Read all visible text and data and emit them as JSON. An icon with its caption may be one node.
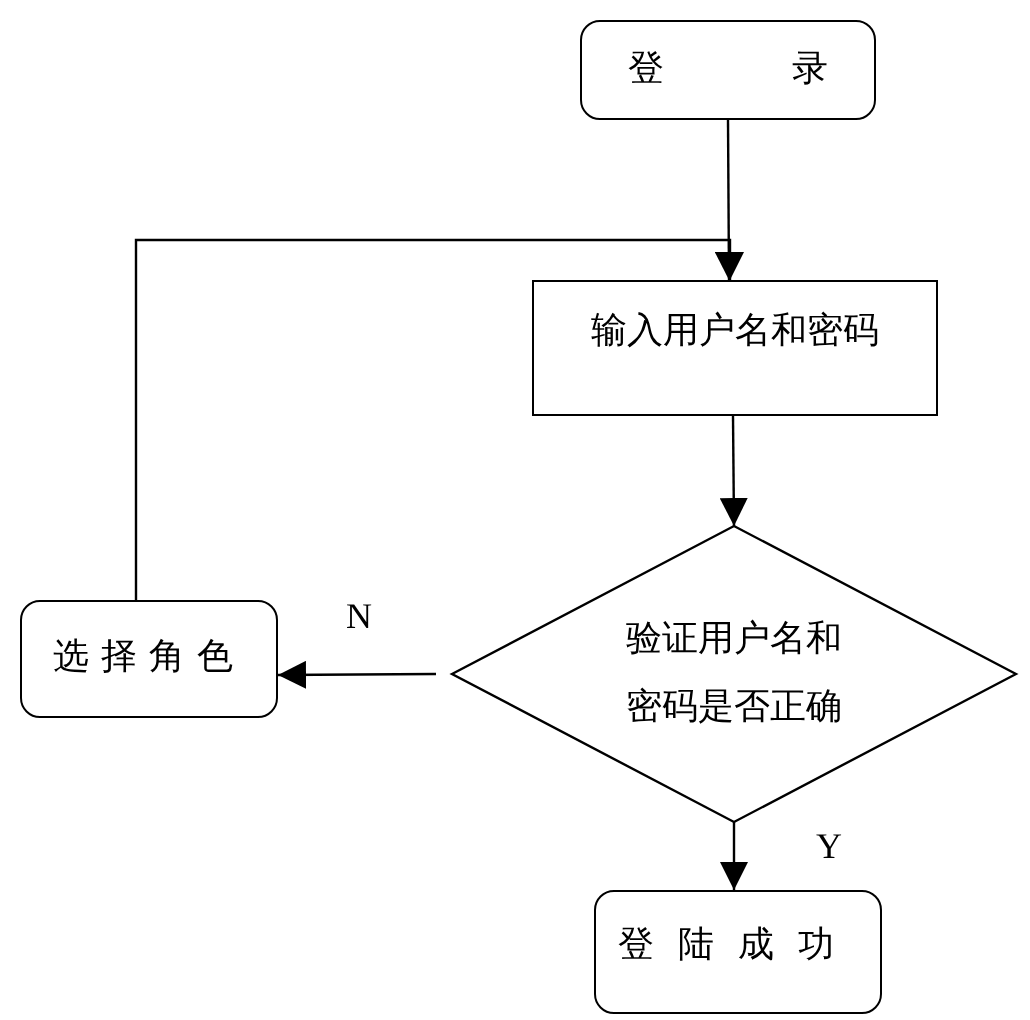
{
  "diagram": {
    "nodes": [
      {
        "text": [
          "登 录"
        ]
      },
      {
        "text": [
          "输入用户名和密码"
        ]
      },
      {
        "text": [
          "验证用户名和密码是否正确"
        ]
      },
      {
        "text": [
          "选择角色"
        ]
      },
      {
        "text": [
          "登陆成功"
        ]
      }
    ],
    "edges": [
      {
        "from": 0,
        "to": 1,
        "arrow": "to"
      },
      {
        "from": 1,
        "to": 2,
        "arrow": "to"
      },
      {
        "from": 2,
        "to": 3,
        "arrow": "to",
        "label": "N"
      },
      {
        "from": 2,
        "to": 4,
        "arrow": "to",
        "label": "Y"
      },
      {
        "from": 3,
        "to": 1,
        "arrow": "to"
      }
    ]
  }
}
